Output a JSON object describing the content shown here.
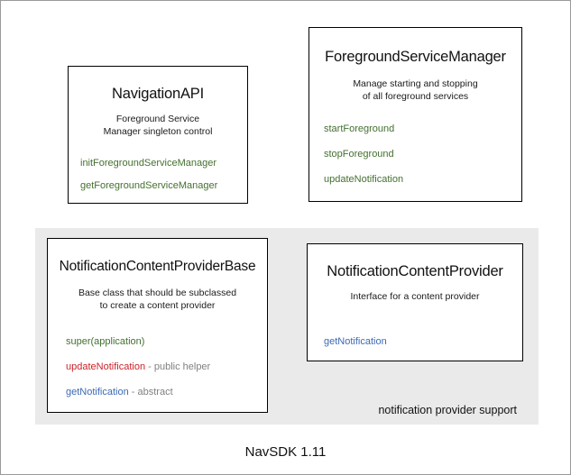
{
  "diagram": {
    "footer_label": "NavSDK 1.11",
    "group_label": "notification provider support",
    "colors": {
      "green": "#44702f",
      "red": "#cc2229",
      "blue": "#3b6ab5",
      "note_gray": "#808080",
      "panel_bg": "#eaeaea",
      "border": "#000000"
    },
    "boxes": {
      "navigation_api": {
        "title": "NavigationAPI",
        "description_line1": "Foreground Service",
        "description_line2": "Manager singleton control",
        "methods": [
          {
            "name": "initForegroundServiceManager",
            "note": ""
          },
          {
            "name": "getForegroundServiceManager",
            "note": ""
          }
        ]
      },
      "foreground_service_manager": {
        "title": "ForegroundServiceManager",
        "description_line1": "Manage starting and stopping",
        "description_line2": "of all foreground services",
        "methods": [
          {
            "name": "startForeground",
            "note": ""
          },
          {
            "name": "stopForeground",
            "note": ""
          },
          {
            "name": "updateNotification",
            "note": ""
          }
        ]
      },
      "notification_content_provider_base": {
        "title": "NotificationContentProviderBase",
        "description_line1": "Base class that should be subclassed",
        "description_line2": "to create a content provider",
        "methods": [
          {
            "name": "super(application)",
            "note": ""
          },
          {
            "name": "updateNotification",
            "note": " - public helper"
          },
          {
            "name": "getNotification",
            "note": " - abstract"
          }
        ]
      },
      "notification_content_provider": {
        "title": "NotificationContentProvider",
        "description_line1": "Interface for a content provider",
        "description_line2": "",
        "methods": [
          {
            "name": "getNotification",
            "note": ""
          }
        ]
      }
    }
  }
}
